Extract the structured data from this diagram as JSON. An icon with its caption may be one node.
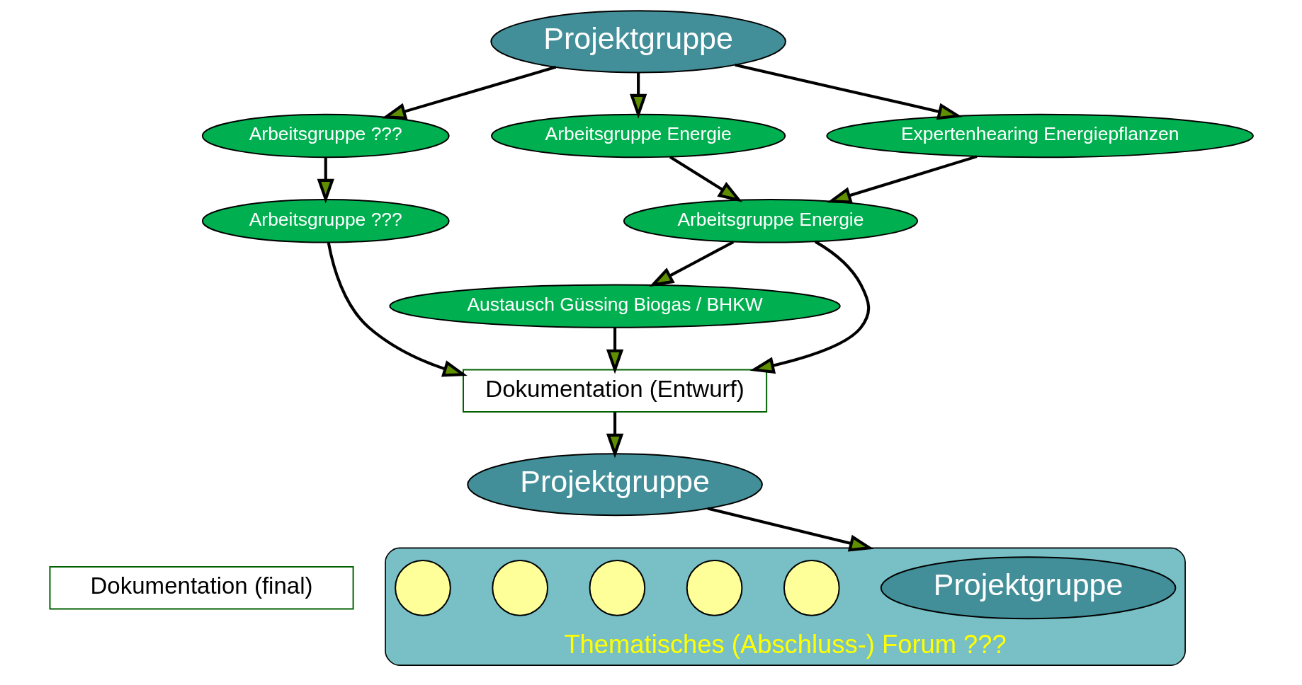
{
  "diagram": {
    "nodes": [
      {
        "text": [
          "Projektgruppe"
        ]
      },
      {
        "text": [
          "Arbeitsgruppe ???"
        ]
      },
      {
        "text": [
          "Arbeitsgruppe Energie"
        ]
      },
      {
        "text": [
          "Expertenhearing Energiepflanzen"
        ]
      },
      {
        "text": [
          "Arbeitsgruppe ???"
        ]
      },
      {
        "text": [
          "Arbeitsgruppe Energie"
        ]
      },
      {
        "text": [
          "Austausch Güssing Biogas / BHKW"
        ]
      },
      {
        "text": [
          "Dokumentation (Entwurf)"
        ]
      },
      {
        "text": [
          "Projektgruppe"
        ]
      },
      {
        "text": [
          "Dokumentation (final)"
        ]
      },
      {
        "text": [
          "Thematisches (Abschluss-) Forum ???"
        ]
      },
      {
        "text": [
          "Projektgruppe"
        ],
        "in": 10
      },
      {
        "text": [],
        "shape": "circle",
        "in": 10
      },
      {
        "text": [],
        "shape": "circle",
        "in": 10
      },
      {
        "text": [],
        "shape": "circle",
        "in": 10
      },
      {
        "text": [],
        "shape": "circle",
        "in": 10
      },
      {
        "text": [],
        "shape": "circle",
        "in": 10
      }
    ],
    "edges": [
      {
        "from": 0,
        "to": 1,
        "arrow": "to"
      },
      {
        "from": 0,
        "to": 2,
        "arrow": "to"
      },
      {
        "from": 0,
        "to": 3,
        "arrow": "to"
      },
      {
        "from": 1,
        "to": 4,
        "arrow": "to"
      },
      {
        "from": 2,
        "to": 5,
        "arrow": "to"
      },
      {
        "from": 3,
        "to": 5,
        "arrow": "to"
      },
      {
        "from": 5,
        "to": 6,
        "arrow": "to"
      },
      {
        "from": 4,
        "to": 7,
        "arrow": "to"
      },
      {
        "from": 5,
        "to": 7,
        "arrow": "to"
      },
      {
        "from": 6,
        "to": 7,
        "arrow": "to"
      },
      {
        "from": 7,
        "to": 8,
        "arrow": "to"
      },
      {
        "from": 8,
        "to": 10,
        "arrow": "to"
      }
    ]
  }
}
